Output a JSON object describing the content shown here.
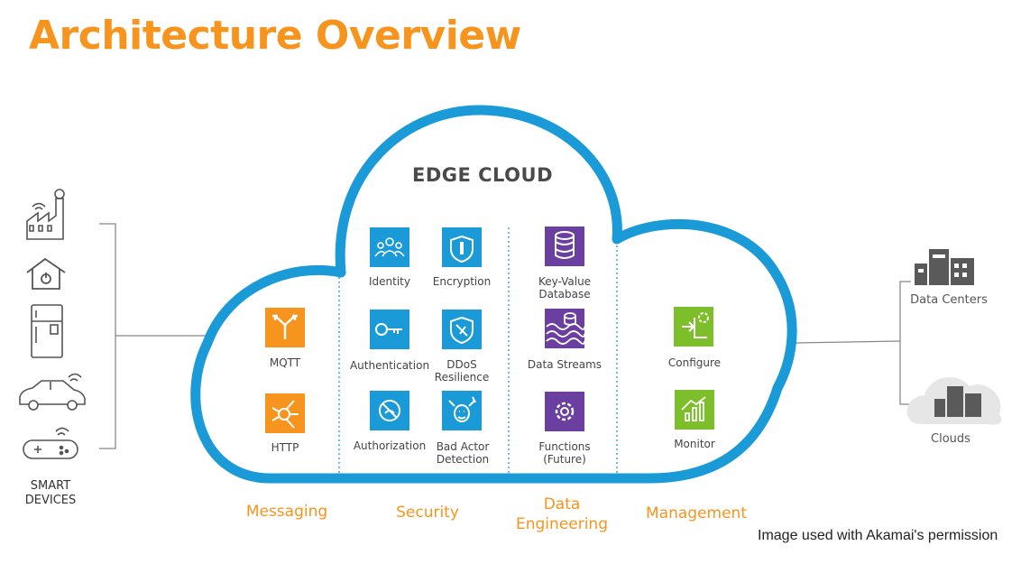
{
  "title": "Architecture Overview",
  "cloud_title": "EDGE CLOUD",
  "colors": {
    "orange": "#f7941d",
    "cloud_stroke": "#1a9ad6",
    "security_tile": "#1a9ad6",
    "data_tile": "#6b3fa0",
    "management_tile": "#7cbf2a",
    "messaging_tile": "#f7941d"
  },
  "devices": {
    "label": "SMART\nDEVICES",
    "icons": [
      "factory-icon",
      "smart-home-icon",
      "refrigerator-icon",
      "car-icon",
      "gamepad-icon"
    ]
  },
  "categories": {
    "messaging": "Messaging",
    "security": "Security",
    "data_engineering": "Data\nEngineering",
    "management": "Management"
  },
  "services": {
    "mqtt": "MQTT",
    "http": "HTTP",
    "identity": "Identity",
    "encryption": "Encryption",
    "authentication": "Authentication",
    "ddos": "DDoS\nResilience",
    "authorization": "Authorization",
    "bad_actor": "Bad Actor\nDetection",
    "kv_db": "Key-Value\nDatabase",
    "data_streams": "Data Streams",
    "functions": "Functions\n(Future)",
    "configure": "Configure",
    "monitor": "Monitor"
  },
  "destinations": {
    "data_centers": "Data Centers",
    "clouds": "Clouds"
  },
  "credit": "Image used with Akamai's permission"
}
